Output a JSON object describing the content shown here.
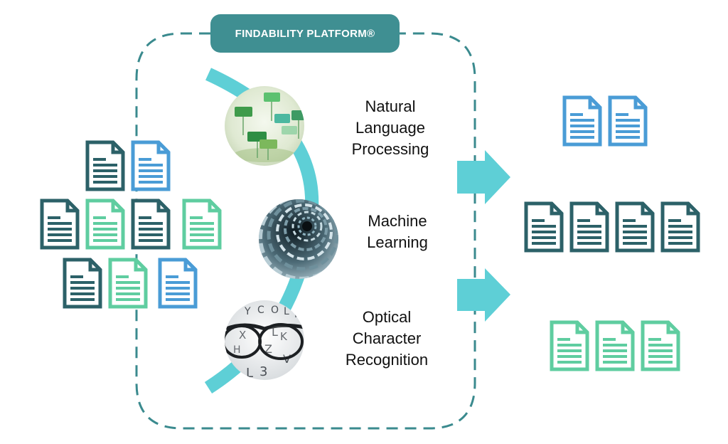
{
  "badge": {
    "label": "FINDABILITY PLATFORM®"
  },
  "technologies": [
    {
      "lines": [
        "Natural",
        "Language",
        "Processing"
      ],
      "icon": "speech-bubbles-icon"
    },
    {
      "lines": [
        "Machine",
        "Learning"
      ],
      "icon": "data-tunnel-icon"
    },
    {
      "lines": [
        "Optical",
        "Character",
        "Recognition"
      ],
      "icon": "glasses-letters-icon"
    }
  ],
  "colors": {
    "dark_teal": "#2c6168",
    "blue": "#4a9cd6",
    "green": "#5fcda0",
    "arrow": "#5ecfd6",
    "arc": "#5ecfd6",
    "frame": "#3a8a8e",
    "badge": "#3f8f92"
  },
  "input_documents": [
    [
      "dark",
      "blue"
    ],
    [
      "dark",
      "green",
      "dark",
      "green"
    ],
    [
      "dark",
      "green",
      "blue"
    ]
  ],
  "output_groups": [
    {
      "color": "blue",
      "count": 2
    },
    {
      "color": "dark",
      "count": 4
    },
    {
      "color": "green",
      "count": 3
    }
  ]
}
